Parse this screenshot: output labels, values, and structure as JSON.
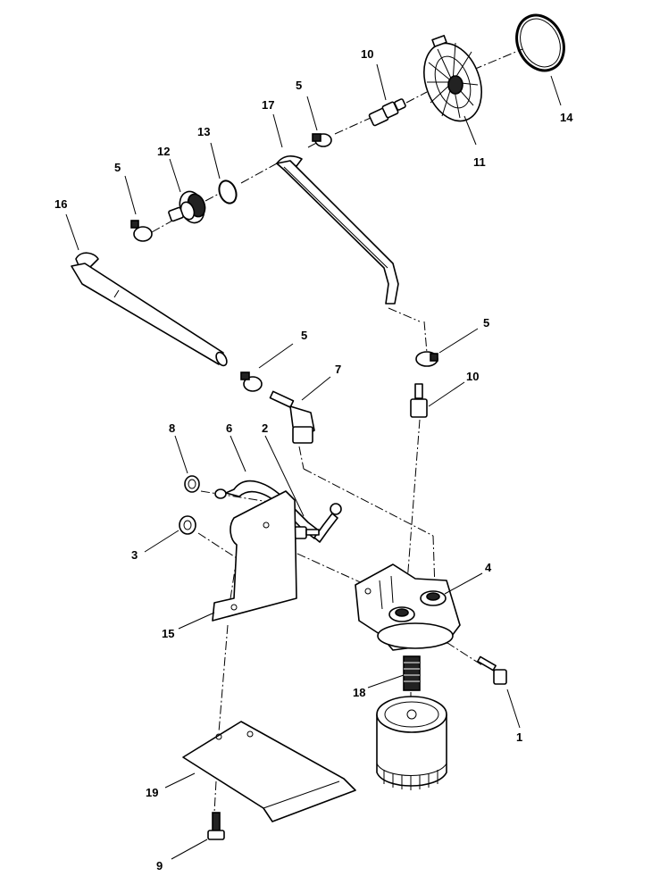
{
  "callouts": {
    "c1": "1",
    "c2": "2",
    "c3": "3",
    "c4": "4",
    "c5a": "5",
    "c5b": "5",
    "c5c": "5",
    "c5d": "5",
    "c6": "6",
    "c7": "7",
    "c8": "8",
    "c9": "9",
    "c10a": "10",
    "c10b": "10",
    "c11": "11",
    "c12": "12",
    "c13": "13",
    "c14": "14",
    "c15": "15",
    "c16": "16",
    "c17": "17",
    "c18": "18",
    "c19": "19"
  }
}
